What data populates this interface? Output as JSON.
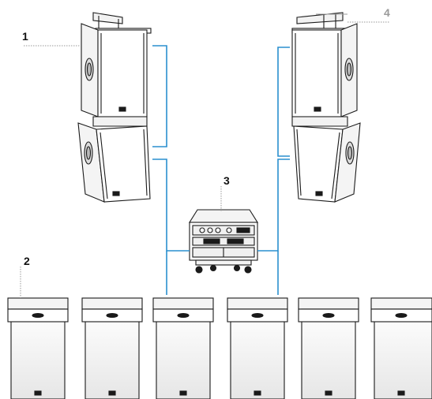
{
  "callouts": [
    {
      "id": "1",
      "label": "1",
      "color": "#111111"
    },
    {
      "id": "2",
      "label": "2",
      "color": "#111111"
    },
    {
      "id": "3",
      "label": "3",
      "color": "#111111"
    },
    {
      "id": "4",
      "label": "4",
      "color": "#9a9a9a"
    }
  ],
  "colors": {
    "cable": "#2a8fcf",
    "outline": "#1a1a1a",
    "leader": "#9a9a9a",
    "subwoofer_fill_top": "#ffffff",
    "subwoofer_fill_bottom": "#e8e8e8"
  },
  "components": {
    "line_array_left": {
      "name": "line-array-left",
      "modules": 2
    },
    "line_array_right": {
      "name": "line-array-right",
      "modules": 2
    },
    "amplifier_rack": {
      "name": "amplifier-rack",
      "wheels": 4
    },
    "subwoofers": {
      "count": 6
    }
  }
}
